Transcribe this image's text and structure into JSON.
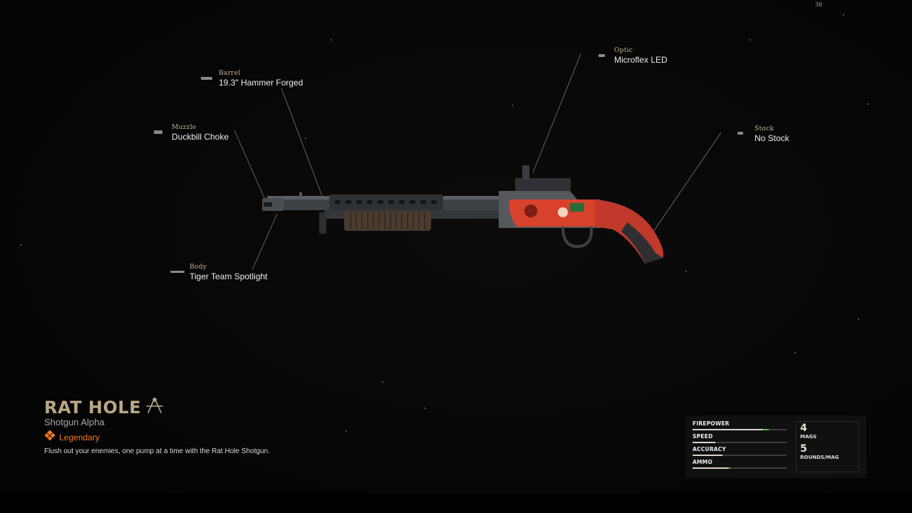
{
  "hud": {
    "fps": "36"
  },
  "attachments": {
    "barrel": {
      "slot": "Barrel",
      "value": "19.3\" Hammer Forged"
    },
    "optic": {
      "slot": "Optic",
      "value": "Microflex LED"
    },
    "muzzle": {
      "slot": "Muzzle",
      "value": "Duckbill Choke"
    },
    "stock": {
      "slot": "Stock",
      "value": "No Stock"
    },
    "body": {
      "slot": "Body",
      "value": "Tiger Team Spotlight"
    }
  },
  "weapon": {
    "name": "RAT HOLE",
    "class": "Shotgun Alpha",
    "rarity": "Legendary",
    "rarity_color": "#f07a2a",
    "description": "Flush out your enemies, one pump at a time with the Rat Hole Shotgun."
  },
  "stats": [
    {
      "label": "FIREPOWER",
      "fraction": 0.75,
      "bonus_fraction": 0.06
    },
    {
      "label": "SPEED",
      "fraction": 0.24,
      "bonus_fraction": 0.0
    },
    {
      "label": "ACCURACY",
      "fraction": 0.32,
      "bonus_fraction": 0.0
    },
    {
      "label": "AMMO",
      "fraction": 0.38,
      "bonus_fraction": 0.02
    }
  ],
  "ammo": {
    "mags": "4",
    "mags_label": "MAGS",
    "rounds": "5",
    "rounds_label": "ROUNDS/MAG"
  },
  "colors": {
    "accent_gold": "#b9a886",
    "stat_bonus": "#4dc43c",
    "rarity_orange": "#f07a2a"
  }
}
